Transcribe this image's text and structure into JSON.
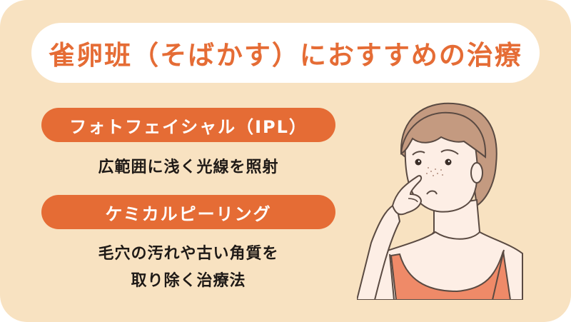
{
  "title": "雀卵班（そばかす）におすすめの治療",
  "treatments": [
    {
      "name": "フォトフェイシャル（IPL）",
      "description_lines": [
        "広範囲に浅く光線を照射"
      ]
    },
    {
      "name": "ケミカルピーリング",
      "description_lines": [
        "毛穴の汚れや古い角質を",
        "取り除く治療法"
      ]
    }
  ],
  "illustration": {
    "icon": "woman-touching-freckled-nose-illustration",
    "description": "Woman with short brown hair and freckles on her cheeks, pointing at her nose with a worried expression, wearing an orange camisole"
  },
  "colors": {
    "background": "#f8e2c1",
    "accent": "#e56c35",
    "title_pill": "#ffffff",
    "body_text": "#1f1a17",
    "hair": "#c49a80",
    "skin": "#fdeee5",
    "outline": "#5a4a42",
    "top": "#ef8a68"
  }
}
